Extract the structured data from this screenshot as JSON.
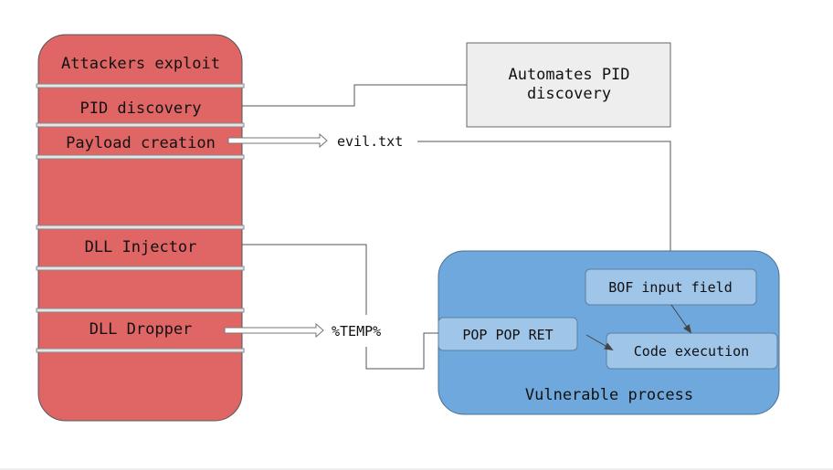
{
  "attacker": {
    "title": "Attackers exploit",
    "rows": [
      "PID discovery",
      "Payload creation",
      "DLL Injector",
      "DLL Dropper"
    ]
  },
  "pid_box": {
    "label_line1": "Automates PID",
    "label_line2": "discovery"
  },
  "payload_file": "evil.txt",
  "temp_dir": "%TEMP%",
  "vulnerable": {
    "title": "Vulnerable process",
    "bof": "BOF input field",
    "poppopret": "POP POP RET",
    "code_exec": "Code execution"
  },
  "colors": {
    "attacker_fill": "#e06666",
    "vulnerable_fill": "#6fa8dc",
    "inner_box_fill": "#9fc5e8",
    "pid_box_fill": "#eeeeee"
  }
}
